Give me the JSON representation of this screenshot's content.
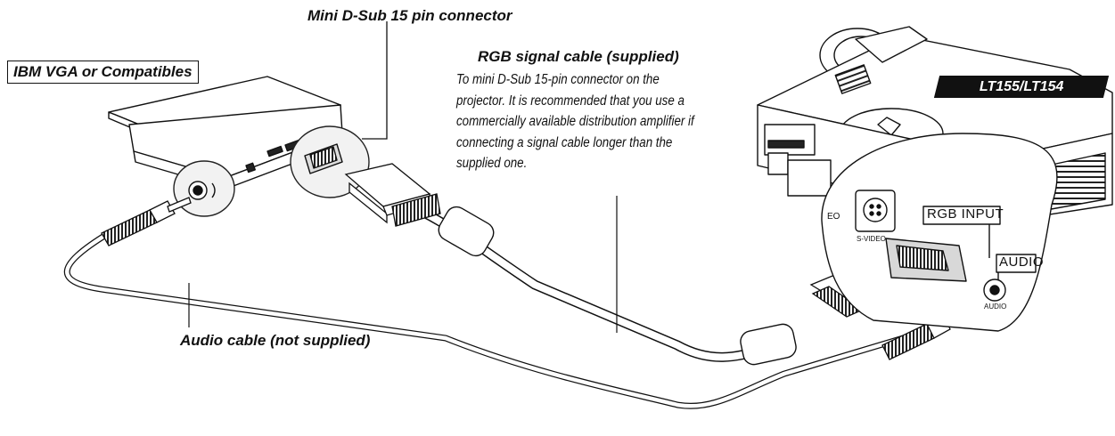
{
  "labels": {
    "connector": "Mini D-Sub 15 pin connector",
    "computer": "IBM VGA or Compatibles",
    "cable_title": "RGB signal cable (supplied)",
    "cable_note": "To mini D-Sub 15-pin connector on the projector. It is recommended that you use a commercially available distribution amplifier if connecting a signal cable longer than the supplied one.",
    "model": "LT155/LT154",
    "audio_cable": "Audio cable (not supplied)"
  },
  "panel": {
    "rgb_input": "RGB INPUT",
    "audio": "AUDIO",
    "svideo_small": "S-VIDEO",
    "audio_small": "AUDIO",
    "video_partial": "EO"
  }
}
